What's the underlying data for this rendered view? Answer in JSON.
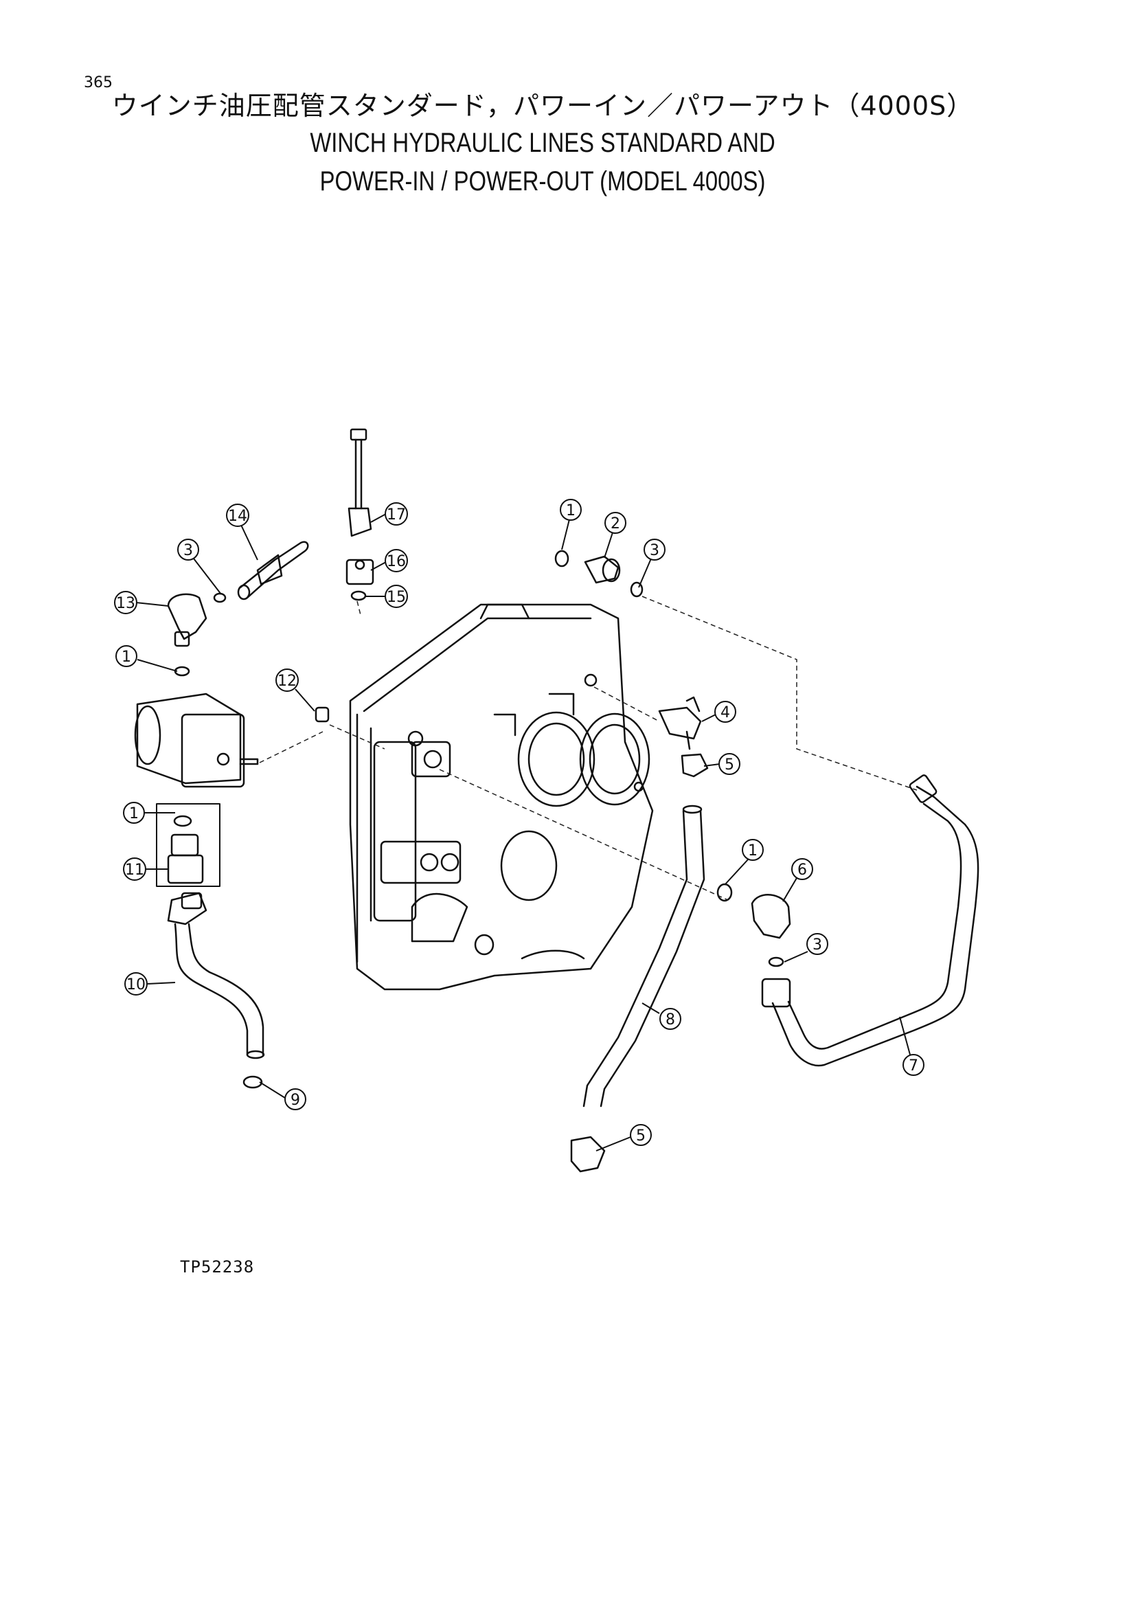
{
  "page_number": "365",
  "title": {
    "japanese": "ウインチ油圧配管スタンダード，パワーイン／パワーアウト（4000S）",
    "english_line1": "WINCH HYDRAULIC LINES STANDARD AND",
    "english_line2": "POWER-IN / POWER-OUT (MODEL 4000S)"
  },
  "figure_code": "TP52238",
  "callouts": [
    "1",
    "2",
    "3",
    "3",
    "14",
    "17",
    "16",
    "15",
    "13",
    "1",
    "12",
    "4",
    "5",
    "1",
    "11",
    "1",
    "6",
    "3",
    "8",
    "7",
    "10",
    "9",
    "5"
  ]
}
